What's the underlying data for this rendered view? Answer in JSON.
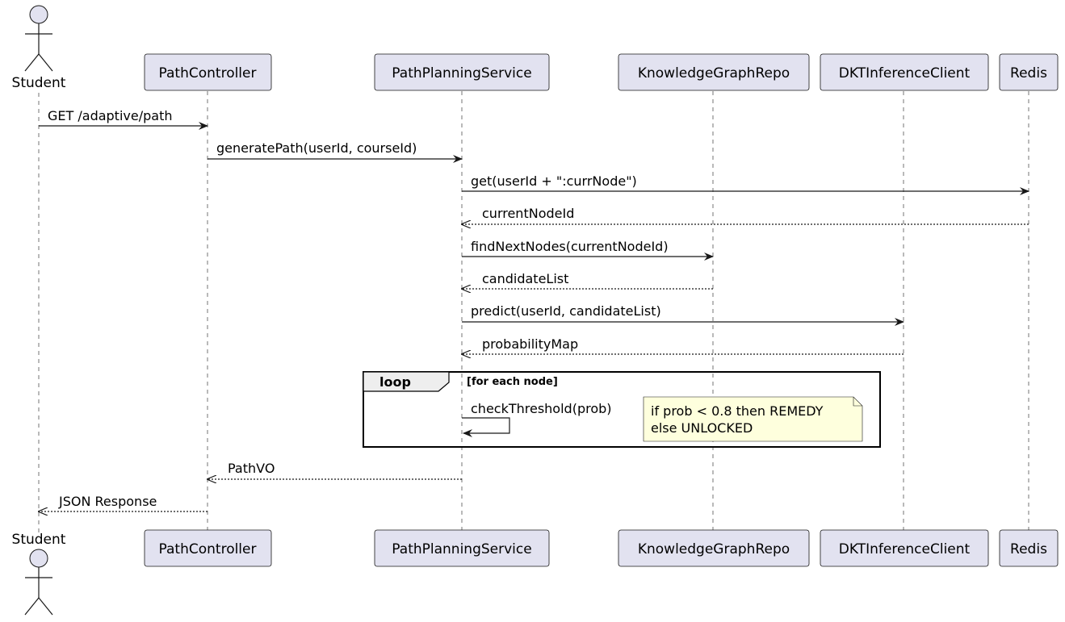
{
  "actor": {
    "label": "Student"
  },
  "participants": [
    {
      "label": "PathController"
    },
    {
      "label": "PathPlanningService"
    },
    {
      "label": "KnowledgeGraphRepo"
    },
    {
      "label": "DKTInferenceClient"
    },
    {
      "label": "Redis"
    }
  ],
  "messages": [
    {
      "label": "GET /adaptive/path"
    },
    {
      "label": "generatePath(userId, courseId)"
    },
    {
      "label": "get(userId + \":currNode\")"
    },
    {
      "label": "currentNodeId"
    },
    {
      "label": "findNextNodes(currentNodeId)"
    },
    {
      "label": "candidateList"
    },
    {
      "label": "predict(userId, candidateList)"
    },
    {
      "label": "probabilityMap"
    },
    {
      "label": "checkThreshold(prob)"
    },
    {
      "label": "PathVO"
    },
    {
      "label": "JSON Response"
    }
  ],
  "loop": {
    "keyword": "loop",
    "guard": "[for each node]"
  },
  "note": {
    "line1": "if prob < 0.8 then REMEDY",
    "line2": "else UNLOCKED"
  }
}
